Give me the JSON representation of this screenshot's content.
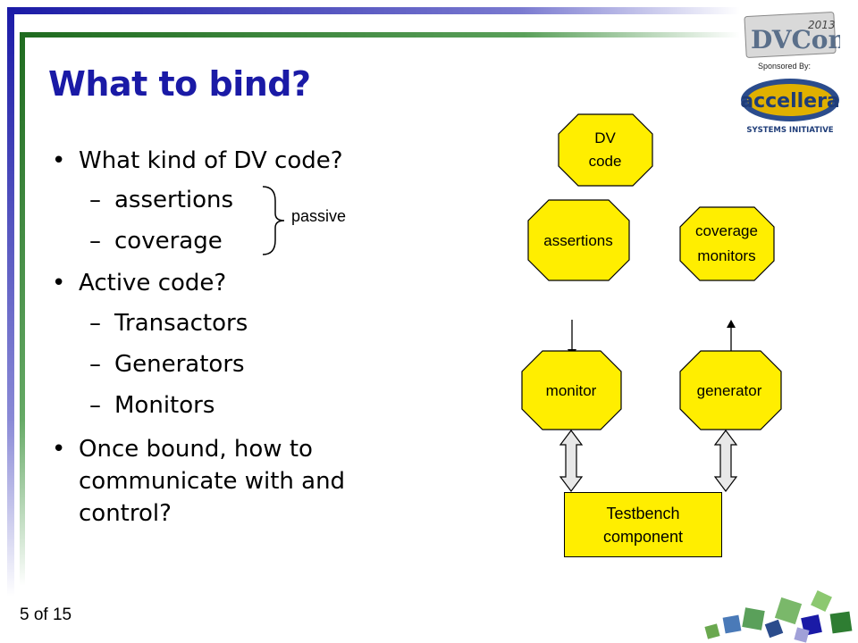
{
  "slide": {
    "title": "What to bind?",
    "page_number": "5 of 15"
  },
  "bullets": {
    "b1": "What kind of DV code?",
    "b1_sub1": "assertions",
    "b1_sub2": "coverage",
    "b2": "Active code?",
    "b2_sub1": "Transactors",
    "b2_sub2": "Generators",
    "b2_sub3": "Monitors",
    "b3_line1": "Once bound, how to",
    "b3_line2": "communicate with and",
    "b3_line3": "control?",
    "bullet_char": "•",
    "dash_char": "–"
  },
  "annotation": {
    "passive": "passive"
  },
  "branding": {
    "sponsored_by": "Sponsored By:",
    "dvcon_logo_text": "DVCon",
    "dvcon_year": "2013",
    "accellera_logo_text": "accellera",
    "accellera_tagline": "SYSTEMS INITIATIVE"
  },
  "diagram": {
    "node_dv_line1": "DV",
    "node_dv_line2": "code",
    "node_assertions": "assertions",
    "node_coverage_line1": "coverage",
    "node_coverage_line2": "monitors",
    "node_monitor": "monitor",
    "node_generator": "generator",
    "testbench_line1": "Testbench",
    "testbench_line2": "component"
  },
  "colors": {
    "title": "#1a1aa6",
    "node_fill": "#ffee00",
    "frame_green": "#2e7d32",
    "frame_blue": "#1a1aa6"
  }
}
